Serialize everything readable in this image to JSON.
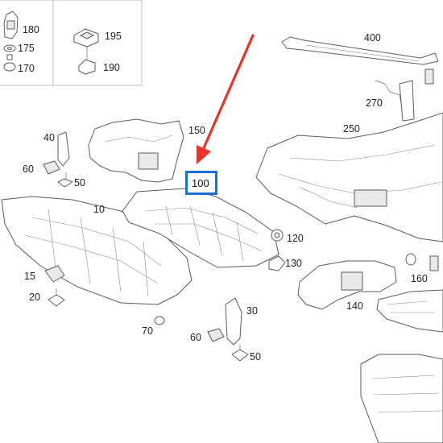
{
  "callouts": {
    "c180": "180",
    "c175": "175",
    "c170": "170",
    "c195": "195",
    "c190": "190",
    "c400": "400",
    "c270": "270",
    "c250": "250",
    "c150": "150",
    "c40": "40",
    "c60a": "60",
    "c50a": "50",
    "c10": "10",
    "c100": "100",
    "c120": "120",
    "c130": "130",
    "c15": "15",
    "c20": "20",
    "c70": "70",
    "c30": "30",
    "c60b": "60",
    "c50b": "50",
    "c140": "140",
    "c160": "160"
  },
  "highlight": {
    "color": "#1a6fd4",
    "arrow_color": "#e8332a"
  }
}
